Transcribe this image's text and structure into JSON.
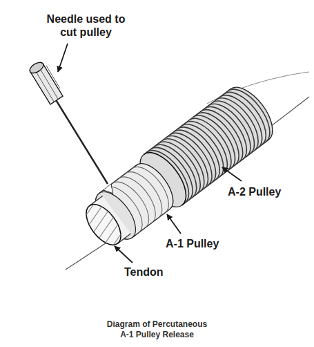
{
  "diagram": {
    "caption": "Diagram of Percutaneous A-1 Pulley Release",
    "labels": [
      "Needle used to cut pulley",
      "A-2 Pulley",
      "A-1 Pulley",
      "Tendon"
    ]
  }
}
